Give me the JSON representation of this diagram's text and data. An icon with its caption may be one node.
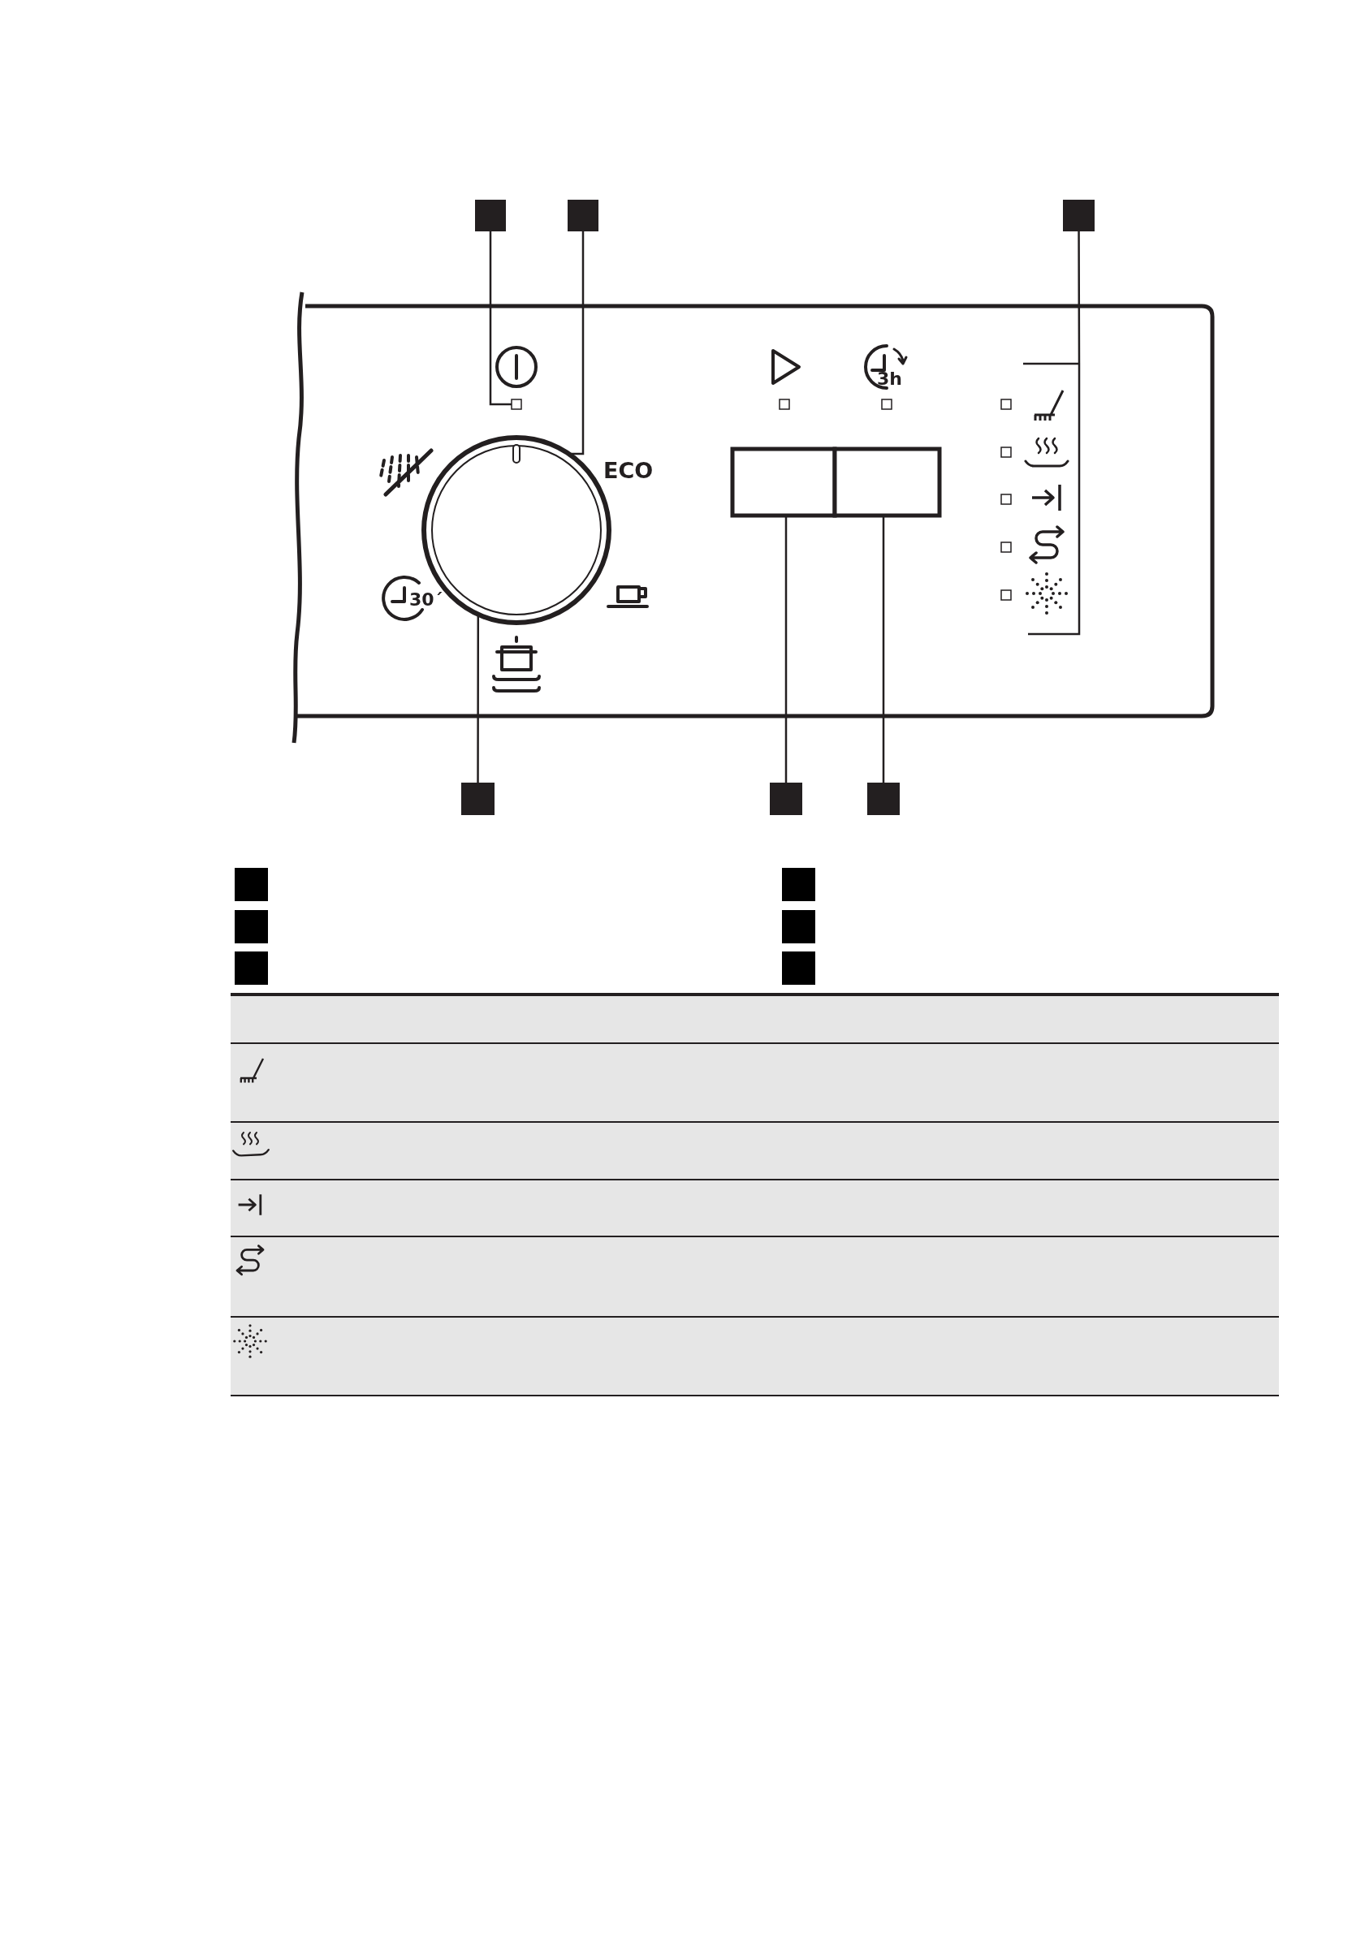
{
  "diagram": {
    "nodes": [
      {
        "text": [],
        "shape": "box"
      },
      {
        "text": [],
        "shape": "box"
      },
      {
        "text": [],
        "shape": "box"
      },
      {
        "text": [],
        "shape": "box"
      },
      {
        "text": [],
        "shape": "box",
        "in": 5
      },
      {
        "text": [],
        "shape": "circle"
      },
      {
        "text": [],
        "shape": "box"
      },
      {
        "text": [],
        "shape": "box"
      },
      {
        "text": [],
        "shape": "box"
      },
      {
        "text": [],
        "shape": "box"
      },
      {
        "text": [],
        "shape": "box"
      },
      {
        "text": [],
        "shape": "box"
      },
      {
        "text": [],
        "shape": "box"
      },
      {
        "text": [],
        "shape": "box"
      },
      {
        "text": [],
        "shape": "box"
      },
      {
        "text": [],
        "shape": "box"
      },
      {
        "text": [],
        "shape": "box"
      }
    ],
    "edges": [
      {
        "from": 0,
        "to": 3,
        "arrow": "none"
      },
      {
        "from": 1,
        "to": 4,
        "arrow": "none"
      },
      {
        "from": 2,
        "to": null,
        "arrow": "none"
      },
      {
        "from": 8,
        "to": 5,
        "arrow": "none"
      },
      {
        "from": 9,
        "to": 6,
        "arrow": "none"
      },
      {
        "from": 10,
        "to": 7,
        "arrow": "none"
      }
    ],
    "labels": [
      "ECO",
      "30´",
      "3h"
    ]
  }
}
